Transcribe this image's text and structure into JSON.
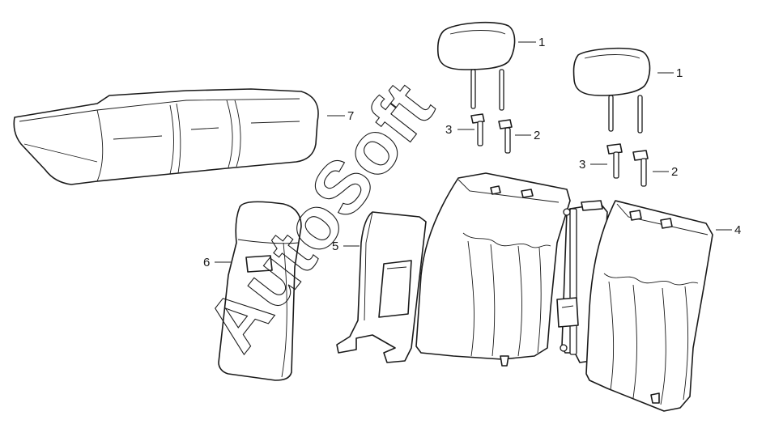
{
  "diagram": {
    "watermark": "AutoSoft",
    "callouts": [
      {
        "id": "headrest-left",
        "label": "1"
      },
      {
        "id": "headrest-right",
        "label": "1"
      },
      {
        "id": "guide-left",
        "label": "2"
      },
      {
        "id": "guide-right",
        "label": "2"
      },
      {
        "id": "sleeve-left",
        "label": "3"
      },
      {
        "id": "sleeve-right",
        "label": "3"
      },
      {
        "id": "backrest-right",
        "label": "4"
      },
      {
        "id": "side-panel",
        "label": "5"
      },
      {
        "id": "side-bolster",
        "label": "6"
      },
      {
        "id": "seat-cushion",
        "label": "7"
      }
    ]
  }
}
